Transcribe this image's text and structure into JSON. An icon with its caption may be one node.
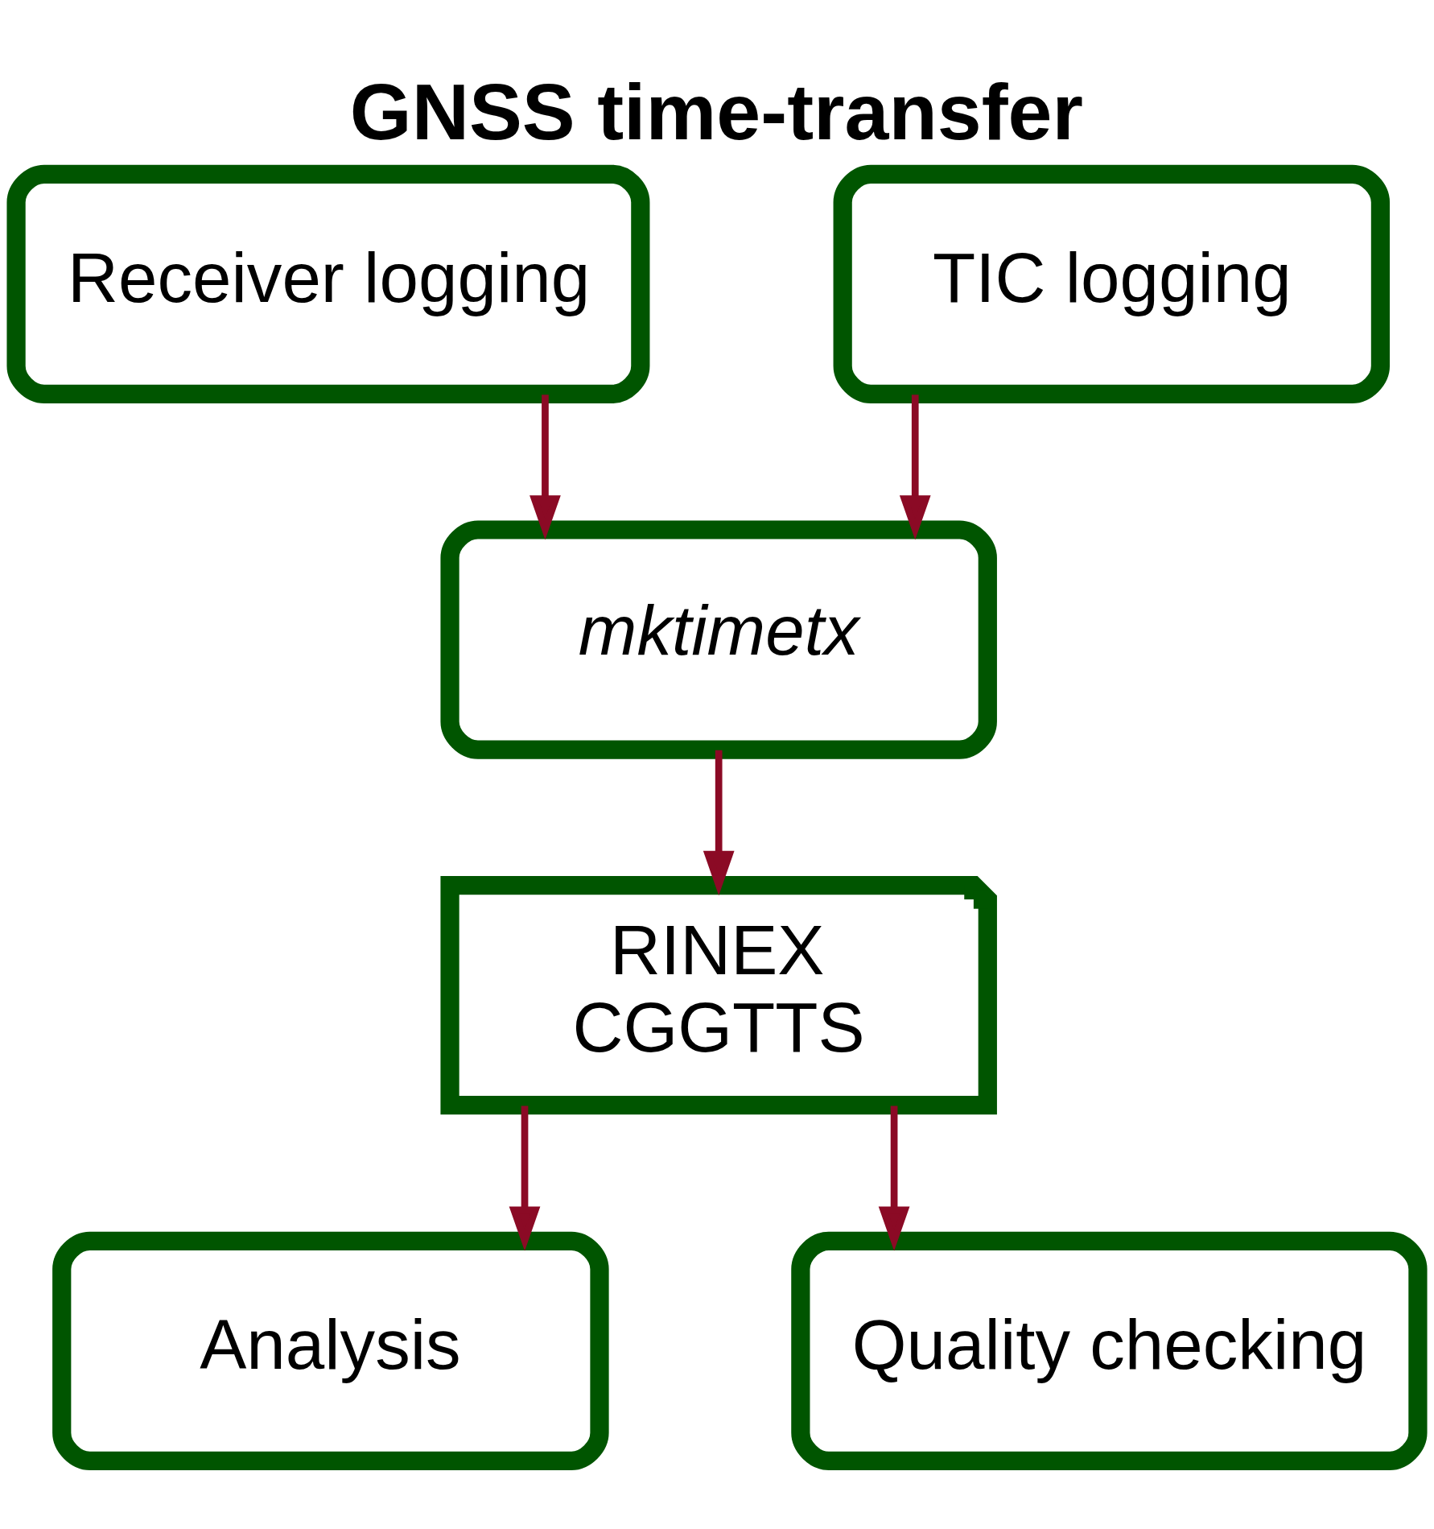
{
  "diagram": {
    "title": "GNSS time-transfer",
    "nodes": [
      {
        "text": [
          "Receiver logging"
        ]
      },
      {
        "text": [
          "TIC logging"
        ]
      },
      {
        "text": [
          "mktimetx"
        ]
      },
      {
        "text": [
          "RINEX",
          "CGGTTS"
        ]
      },
      {
        "text": [
          "Analysis"
        ]
      },
      {
        "text": [
          "Quality checking"
        ]
      }
    ],
    "edges": [
      {
        "from": 0,
        "to": 2,
        "arrow": "to"
      },
      {
        "from": 1,
        "to": 2,
        "arrow": "to"
      },
      {
        "from": 2,
        "to": 3,
        "arrow": "to"
      },
      {
        "from": 3,
        "to": 4,
        "arrow": "to"
      },
      {
        "from": 3,
        "to": 5,
        "arrow": "to"
      }
    ]
  }
}
